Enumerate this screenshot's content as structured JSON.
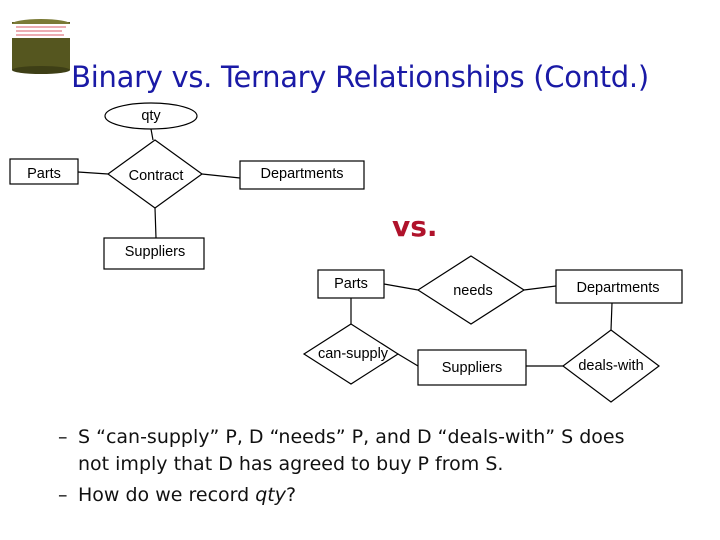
{
  "title": "Binary vs. Ternary Relationships (Contd.)",
  "vs_label": "vs.",
  "binary_diagram": {
    "attribute": "qty",
    "entities": [
      "Parts",
      "Departments",
      "Suppliers"
    ],
    "relationship": "Contract"
  },
  "ternary_alternative": {
    "entities": [
      "Parts",
      "Departments",
      "Suppliers"
    ],
    "relationships": [
      "needs",
      "can-supply",
      "deals-with"
    ]
  },
  "bullets": [
    {
      "dash": "–",
      "line1": "S “can-supply” P,  D “needs” P,  and D  “deals-with” S does",
      "line2": "not imply that D has agreed to buy P from S."
    },
    {
      "dash": "–",
      "prefix": "How do we record ",
      "emph": "qty",
      "suffix": "?"
    }
  ],
  "colors": {
    "title": "#1a1aa6",
    "vs": "#b0122b",
    "logo_top": "#6b6a2a",
    "logo_body": "#55561f"
  }
}
